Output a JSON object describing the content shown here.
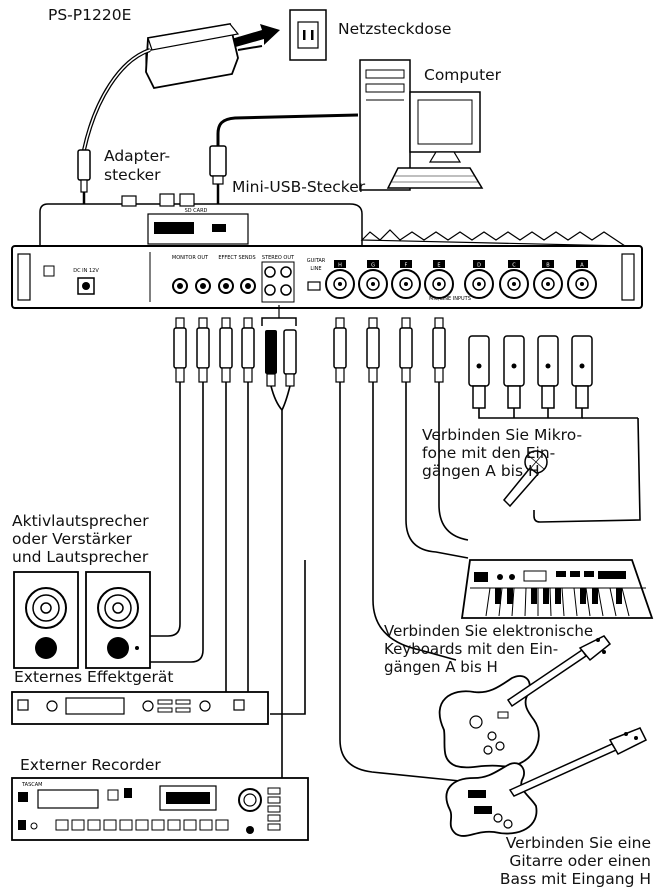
{
  "labels": {
    "adapter_model": "PS-P1220E",
    "outlet": "Netzsteckdose",
    "computer": "Computer",
    "adapter_plug": [
      "Adapter-",
      "stecker"
    ],
    "mini_usb": "Mini-USB-Stecker",
    "microphones": [
      "Verbinden Sie Mikro-",
      "fone mit den Ein-",
      "gängen A bis H"
    ],
    "speakers": [
      "Aktivlautsprecher",
      "oder Verstärker",
      "und Lautsprecher"
    ],
    "keyboards": [
      "Verbinden Sie elektronische",
      "Keyboards mit den Ein-",
      "gängen A bis H"
    ],
    "effects_unit": "Externes Effektgerät",
    "recorder": "Externer Recorder",
    "guitar": [
      "Verbinden Sie eine",
      "Gitarre oder einen",
      "Bass mit Eingang H"
    ]
  },
  "panel": {
    "dc_in": "DC IN 12V",
    "monitor_out": "MONITOR OUT",
    "effect_sends": "EFFECT SENDS",
    "stereo_out": "STEREO OUT",
    "guitar_line": [
      "GUITAR",
      "LINE"
    ],
    "mic_line_inputs": "MIC/LINE INPUTS",
    "input_letters": [
      "H",
      "G",
      "F",
      "E",
      "D",
      "C",
      "B",
      "A"
    ],
    "sd_label": "SD CARD"
  },
  "device_brand": "TASCAM"
}
